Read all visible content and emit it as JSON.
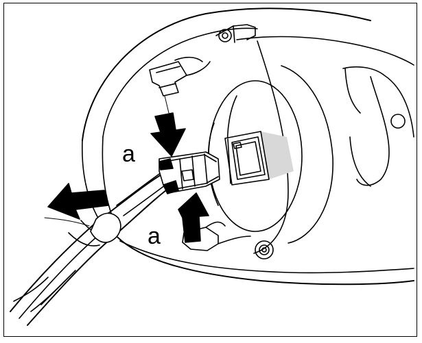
{
  "diagram": {
    "callouts": [
      {
        "id": "upper",
        "text": "a"
      },
      {
        "id": "lower",
        "text": "a"
      }
    ],
    "colors": {
      "line": "#000000",
      "arrow_fill": "#000000",
      "socket_shadow": "#d8d8d8",
      "background": "#ffffff"
    },
    "icons": [
      "push-down-arrow-icon",
      "push-up-arrow-icon",
      "pull-out-arrow-icon"
    ]
  }
}
